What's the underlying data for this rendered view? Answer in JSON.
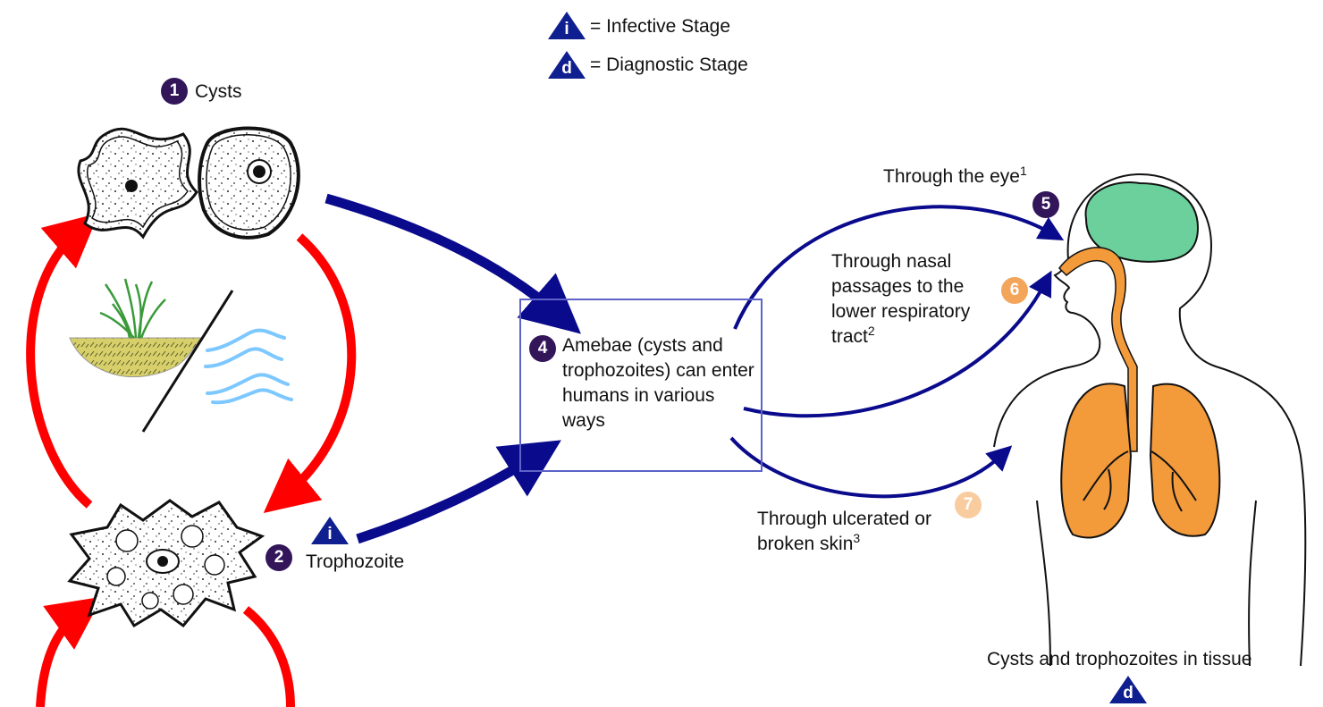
{
  "legend": {
    "infective": {
      "letter": "i",
      "text": "= Infective Stage"
    },
    "diagnostic": {
      "letter": "d",
      "text": "= Diagnostic Stage"
    }
  },
  "steps": {
    "cysts": {
      "number": "1",
      "label": "Cysts"
    },
    "trophozoite": {
      "number": "2",
      "label": "Trophozoite",
      "stage_letter": "i"
    },
    "entry": {
      "number": "4",
      "label": "Amebae (cysts and trophozoites) can enter humans in various ways"
    },
    "eye": {
      "number": "5",
      "label": "Through the eye",
      "footnote": "1"
    },
    "nasal": {
      "number": "6",
      "label": "Through nasal passages to the lower respiratory tract",
      "footnote": "2"
    },
    "skin": {
      "number": "7",
      "label": "Through ulcerated or broken skin",
      "footnote": "3"
    }
  },
  "tissue": {
    "label": "Cysts and trophozoites in tissue",
    "stage_letter": "d"
  },
  "colors": {
    "badge_purple": "#33155a",
    "badge_orange": "#f3a55a",
    "badge_peach": "#f9cca0",
    "arrow_red": "#ff0000",
    "arrow_blue": "#0a0a8c",
    "legend_triangle": "#0f1f8f",
    "box_border": "#5d63c7",
    "brain": "#6bd09b",
    "respiratory": "#f39a3b",
    "soil": "#d6cf6a",
    "water": "#7dc8ff",
    "grass": "#3a9a3a"
  }
}
